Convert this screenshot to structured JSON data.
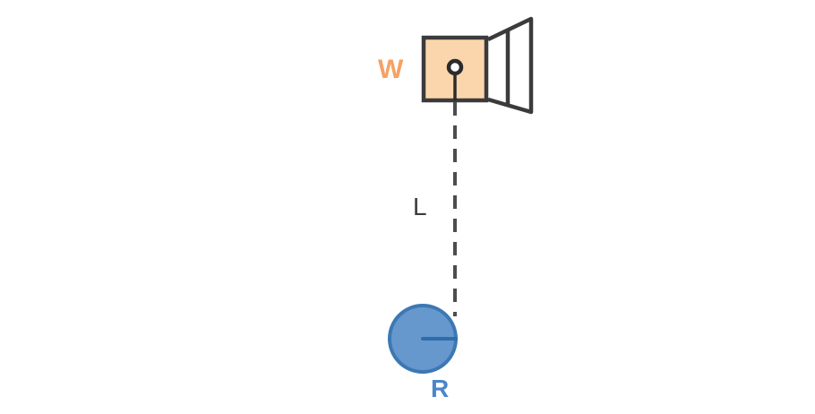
{
  "diagram": {
    "description": "Physics diagram of a block W mounted on a wall bracket with a pendulum of length L and a circular bob of radius R",
    "labels": {
      "block": "W",
      "length": "L",
      "radius": "R"
    },
    "colors": {
      "background": "#FFFFFF",
      "block_fill": "#FBD6AC",
      "block_stroke": "#3B3B3B",
      "block_label": "#F5A263",
      "bracket_stroke": "#3B3B3B",
      "bracket_fill": "#FFFFFF",
      "pivot_fill": "#FFFFFF",
      "pivot_stroke": "#2B2B2B",
      "string_stroke": "#4D4D4D",
      "length_label": "#3B3B3B",
      "bob_fill": "#6697CD",
      "bob_stroke": "#3C78B4",
      "bob_radius_line": "#2F6CAD",
      "bob_label": "#4A86C8"
    }
  }
}
